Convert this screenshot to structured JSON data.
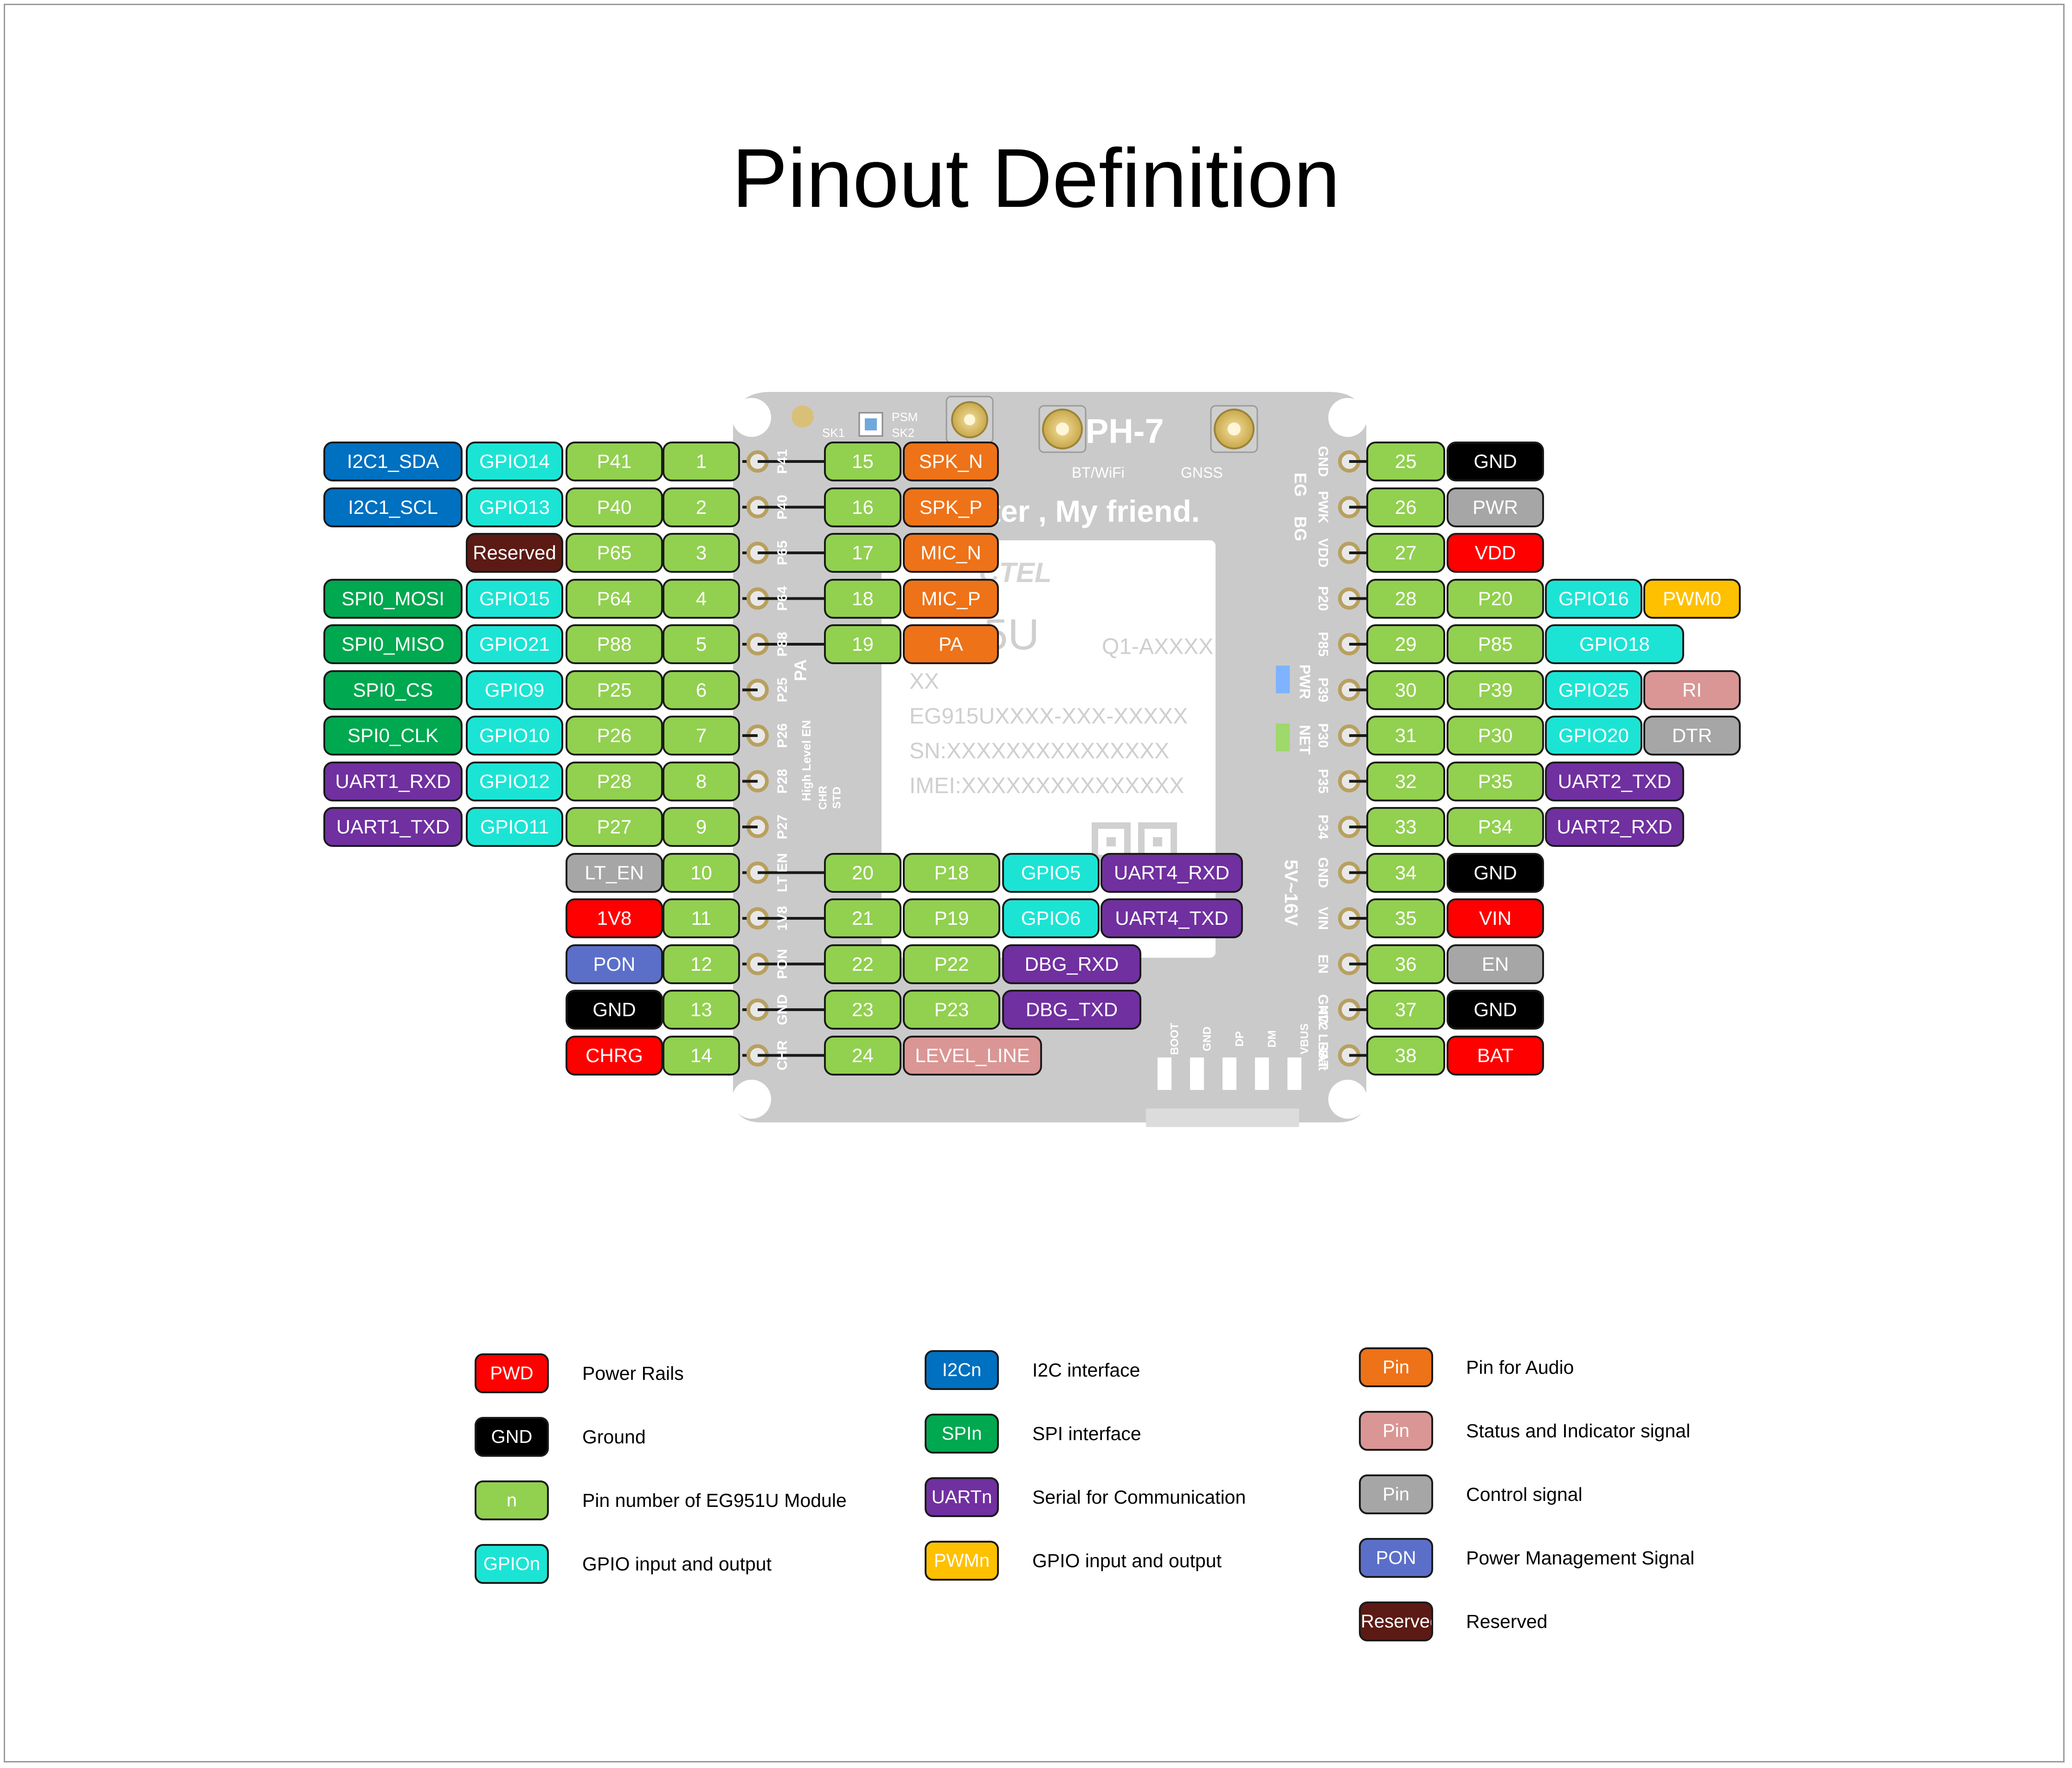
{
  "title": "Pinout Definition",
  "colors": {
    "power": "#FF0000",
    "ground": "#000000",
    "pinnum": "#92D050",
    "gpio": "#1CE4D4",
    "i2c": "#0070C0",
    "spi": "#00A850",
    "uart": "#7030A0",
    "pwm": "#FFC000",
    "audio": "#EE7218",
    "status": "#DA9694",
    "control": "#A6A6A6",
    "pon": "#5B6FC9",
    "reserved": "#5C1A14"
  },
  "board": {
    "name": "PH-7",
    "antenna_labels": [
      "BT/WiFi",
      "GNSS"
    ],
    "slogan": "ter , My friend.",
    "brand": "CTEL",
    "model_fragment": "5U",
    "chip_lines": [
      "Q1-AXXXX",
      "XX",
      "EG915UXXXX-XXX-XXXXX",
      "SN:XXXXXXXXXXXXXXX",
      "IMEI:XXXXXXXXXXXXXXX"
    ],
    "switch_labels": [
      "SK1",
      "SK2",
      "PSM"
    ],
    "silk_left": [
      "P41",
      "P40",
      "P65",
      "P64",
      "P88",
      "P25",
      "P26",
      "P28",
      "P27",
      "LT EN",
      "1V8",
      "PON",
      "GND",
      "CHR"
    ],
    "silk_right": [
      "GND",
      "PWK",
      "VDD",
      "P20",
      "P85",
      "P39",
      "P30",
      "P35",
      "P34",
      "GND",
      "VIN",
      "EN",
      "GND",
      "BAT"
    ],
    "silk_misc": [
      "EG",
      "BG",
      "PA",
      "High Level EN",
      "CHR",
      "STD",
      "PWR",
      "NET",
      "5V~16V",
      "4V2 Li-Bat",
      "BOOT",
      "GND",
      "DP",
      "DM",
      "VBUS"
    ]
  },
  "left_rows": [
    [
      {
        "t": "I2C1_SDA",
        "c": "i2c"
      },
      {
        "t": "GPIO14",
        "c": "gpio"
      },
      {
        "t": "P41",
        "c": "pinnum"
      },
      {
        "t": "1",
        "c": "pinnum"
      }
    ],
    [
      {
        "t": "I2C1_SCL",
        "c": "i2c"
      },
      {
        "t": "GPIO13",
        "c": "gpio"
      },
      {
        "t": "P40",
        "c": "pinnum"
      },
      {
        "t": "2",
        "c": "pinnum"
      }
    ],
    [
      null,
      {
        "t": "Reserved",
        "c": "reserved"
      },
      {
        "t": "P65",
        "c": "pinnum"
      },
      {
        "t": "3",
        "c": "pinnum"
      }
    ],
    [
      {
        "t": "SPI0_MOSI",
        "c": "spi"
      },
      {
        "t": "GPIO15",
        "c": "gpio"
      },
      {
        "t": "P64",
        "c": "pinnum"
      },
      {
        "t": "4",
        "c": "pinnum"
      }
    ],
    [
      {
        "t": "SPI0_MISO",
        "c": "spi"
      },
      {
        "t": "GPIO21",
        "c": "gpio"
      },
      {
        "t": "P88",
        "c": "pinnum"
      },
      {
        "t": "5",
        "c": "pinnum"
      }
    ],
    [
      {
        "t": "SPI0_CS",
        "c": "spi"
      },
      {
        "t": "GPIO9",
        "c": "gpio"
      },
      {
        "t": "P25",
        "c": "pinnum"
      },
      {
        "t": "6",
        "c": "pinnum"
      }
    ],
    [
      {
        "t": "SPI0_CLK",
        "c": "spi"
      },
      {
        "t": "GPIO10",
        "c": "gpio"
      },
      {
        "t": "P26",
        "c": "pinnum"
      },
      {
        "t": "7",
        "c": "pinnum"
      }
    ],
    [
      {
        "t": "UART1_RXD",
        "c": "uart"
      },
      {
        "t": "GPIO12",
        "c": "gpio"
      },
      {
        "t": "P28",
        "c": "pinnum"
      },
      {
        "t": "8",
        "c": "pinnum"
      }
    ],
    [
      {
        "t": "UART1_TXD",
        "c": "uart"
      },
      {
        "t": "GPIO11",
        "c": "gpio"
      },
      {
        "t": "P27",
        "c": "pinnum"
      },
      {
        "t": "9",
        "c": "pinnum"
      }
    ],
    [
      null,
      null,
      {
        "t": "LT_EN",
        "c": "control"
      },
      {
        "t": "10",
        "c": "pinnum"
      }
    ],
    [
      null,
      null,
      {
        "t": "1V8",
        "c": "power"
      },
      {
        "t": "11",
        "c": "pinnum"
      }
    ],
    [
      null,
      null,
      {
        "t": "PON",
        "c": "pon"
      },
      {
        "t": "12",
        "c": "pinnum"
      }
    ],
    [
      null,
      null,
      {
        "t": "GND",
        "c": "ground"
      },
      {
        "t": "13",
        "c": "pinnum"
      }
    ],
    [
      null,
      null,
      {
        "t": "CHRG",
        "c": "power"
      },
      {
        "t": "14",
        "c": "pinnum"
      }
    ]
  ],
  "inner_top_rows": [
    [
      {
        "t": "15",
        "c": "pinnum"
      },
      {
        "t": "SPK_N",
        "c": "audio"
      }
    ],
    [
      {
        "t": "16",
        "c": "pinnum"
      },
      {
        "t": "SPK_P",
        "c": "audio"
      }
    ],
    [
      {
        "t": "17",
        "c": "pinnum"
      },
      {
        "t": "MIC_N",
        "c": "audio"
      }
    ],
    [
      {
        "t": "18",
        "c": "pinnum"
      },
      {
        "t": "MIC_P",
        "c": "audio"
      }
    ],
    [
      {
        "t": "19",
        "c": "pinnum"
      },
      {
        "t": "PA",
        "c": "audio"
      }
    ]
  ],
  "inner_bottom_rows": [
    [
      {
        "t": "20",
        "c": "pinnum"
      },
      {
        "t": "P18",
        "c": "pinnum"
      },
      {
        "t": "GPIO5",
        "c": "gpio"
      },
      {
        "t": "UART4_RXD",
        "c": "uart"
      }
    ],
    [
      {
        "t": "21",
        "c": "pinnum"
      },
      {
        "t": "P19",
        "c": "pinnum"
      },
      {
        "t": "GPIO6",
        "c": "gpio"
      },
      {
        "t": "UART4_TXD",
        "c": "uart"
      }
    ],
    [
      {
        "t": "22",
        "c": "pinnum"
      },
      {
        "t": "P22",
        "c": "pinnum"
      },
      {
        "t": "DBG_RXD",
        "c": "uart"
      }
    ],
    [
      {
        "t": "23",
        "c": "pinnum"
      },
      {
        "t": "P23",
        "c": "pinnum"
      },
      {
        "t": "DBG_TXD",
        "c": "uart"
      }
    ],
    [
      {
        "t": "24",
        "c": "pinnum"
      },
      {
        "t": "LEVEL_LINE",
        "c": "status"
      }
    ]
  ],
  "right_rows": [
    [
      {
        "t": "25",
        "c": "pinnum"
      },
      {
        "t": "GND",
        "c": "ground"
      }
    ],
    [
      {
        "t": "26",
        "c": "pinnum"
      },
      {
        "t": "PWR",
        "c": "control"
      }
    ],
    [
      {
        "t": "27",
        "c": "pinnum"
      },
      {
        "t": "VDD",
        "c": "power"
      }
    ],
    [
      {
        "t": "28",
        "c": "pinnum"
      },
      {
        "t": "P20",
        "c": "pinnum"
      },
      {
        "t": "GPIO16",
        "c": "gpio"
      },
      {
        "t": "PWM0",
        "c": "pwm"
      }
    ],
    [
      {
        "t": "29",
        "c": "pinnum"
      },
      {
        "t": "P85",
        "c": "pinnum"
      },
      {
        "t": "GPIO18",
        "c": "gpio"
      }
    ],
    [
      {
        "t": "30",
        "c": "pinnum"
      },
      {
        "t": "P39",
        "c": "pinnum"
      },
      {
        "t": "GPIO25",
        "c": "gpio"
      },
      {
        "t": "RI",
        "c": "status"
      }
    ],
    [
      {
        "t": "31",
        "c": "pinnum"
      },
      {
        "t": "P30",
        "c": "pinnum"
      },
      {
        "t": "GPIO20",
        "c": "gpio"
      },
      {
        "t": "DTR",
        "c": "control"
      }
    ],
    [
      {
        "t": "32",
        "c": "pinnum"
      },
      {
        "t": "P35",
        "c": "pinnum"
      },
      {
        "t": "UART2_TXD",
        "c": "uart"
      }
    ],
    [
      {
        "t": "33",
        "c": "pinnum"
      },
      {
        "t": "P34",
        "c": "pinnum"
      },
      {
        "t": "UART2_RXD",
        "c": "uart"
      }
    ],
    [
      {
        "t": "34",
        "c": "pinnum"
      },
      {
        "t": "GND",
        "c": "ground"
      }
    ],
    [
      {
        "t": "35",
        "c": "pinnum"
      },
      {
        "t": "VIN",
        "c": "power"
      }
    ],
    [
      {
        "t": "36",
        "c": "pinnum"
      },
      {
        "t": "EN",
        "c": "control"
      }
    ],
    [
      {
        "t": "37",
        "c": "pinnum"
      },
      {
        "t": "GND",
        "c": "ground"
      }
    ],
    [
      {
        "t": "38",
        "c": "pinnum"
      },
      {
        "t": "BAT",
        "c": "power"
      }
    ]
  ],
  "legend": [
    [
      {
        "s": "PWD",
        "c": "power",
        "d": "Power Rails"
      },
      {
        "s": "GND",
        "c": "ground",
        "d": "Ground"
      },
      {
        "s": "n",
        "c": "pinnum",
        "d": "Pin number of EG951U Module"
      },
      {
        "s": "GPIOn",
        "c": "gpio",
        "d": "GPIO input and output"
      }
    ],
    [
      {
        "s": "I2Cn",
        "c": "i2c",
        "d": "I2C interface"
      },
      {
        "s": "SPIn",
        "c": "spi",
        "d": "SPI interface"
      },
      {
        "s": "UARTn",
        "c": "uart",
        "d": "Serial for Communication"
      },
      {
        "s": "PWMn",
        "c": "pwm",
        "d": "GPIO input and output"
      }
    ],
    [
      {
        "s": "Pin",
        "c": "audio",
        "d": "Pin for Audio"
      },
      {
        "s": "Pin",
        "c": "status",
        "d": "Status and Indicator signal"
      },
      {
        "s": "Pin",
        "c": "control",
        "d": "Control signal"
      },
      {
        "s": "PON",
        "c": "pon",
        "d": "Power Management Signal"
      },
      {
        "s": "Reserved",
        "c": "reserved",
        "d": "Reserved"
      }
    ]
  ]
}
